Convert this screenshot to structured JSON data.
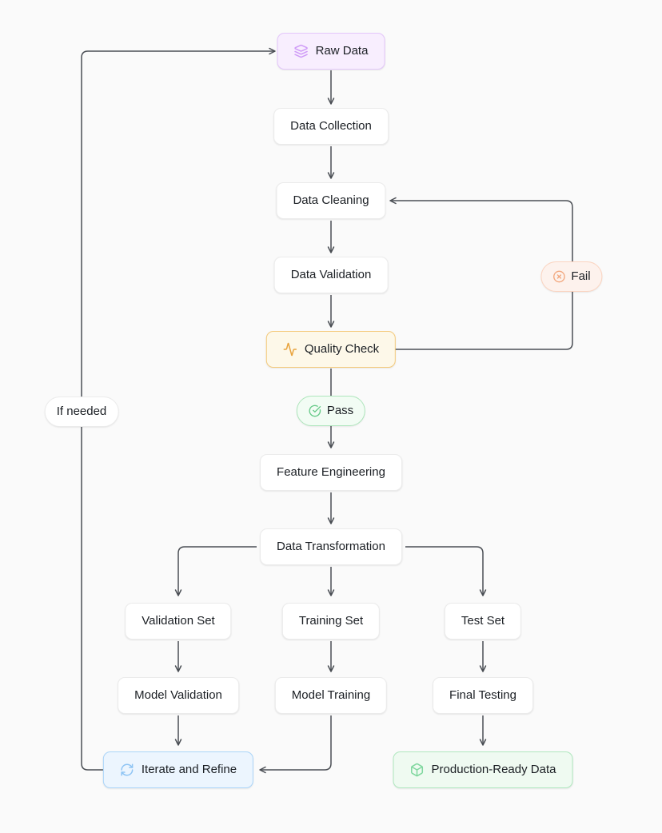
{
  "diagram": {
    "background_color": "#fafafa",
    "line_color": "#4a4e54",
    "nodes": {
      "raw_data": {
        "label": "Raw Data",
        "icon": "layers-icon",
        "fill": "#f8eefe",
        "border": "#e3c6fa",
        "accent": "#cf9bf7"
      },
      "data_collection": {
        "label": "Data Collection",
        "fill": "#ffffff",
        "border": "#ebebeb"
      },
      "data_cleaning": {
        "label": "Data Cleaning",
        "fill": "#ffffff",
        "border": "#ebebeb"
      },
      "data_validation": {
        "label": "Data Validation",
        "fill": "#ffffff",
        "border": "#ebebeb"
      },
      "quality_check": {
        "label": "Quality Check",
        "icon": "activity-icon",
        "fill": "#fdf8e9",
        "border": "#f4ca7c",
        "accent": "#e8a33d"
      },
      "feature_engineering": {
        "label": "Feature Engineering",
        "fill": "#ffffff",
        "border": "#ebebeb"
      },
      "data_transformation": {
        "label": "Data Transformation",
        "fill": "#ffffff",
        "border": "#ebebeb"
      },
      "validation_set": {
        "label": "Validation Set",
        "fill": "#ffffff",
        "border": "#ebebeb"
      },
      "training_set": {
        "label": "Training Set",
        "fill": "#ffffff",
        "border": "#ebebeb"
      },
      "test_set": {
        "label": "Test Set",
        "fill": "#ffffff",
        "border": "#ebebeb"
      },
      "model_validation": {
        "label": "Model Validation",
        "fill": "#ffffff",
        "border": "#ebebeb"
      },
      "model_training": {
        "label": "Model Training",
        "fill": "#ffffff",
        "border": "#ebebeb"
      },
      "final_testing": {
        "label": "Final Testing",
        "fill": "#ffffff",
        "border": "#ebebeb"
      },
      "iterate_and_refine": {
        "label": "Iterate and Refine",
        "icon": "refresh-icon",
        "fill": "#ecf5fe",
        "border": "#abd5f9",
        "accent": "#8ec4f4"
      },
      "production_ready_data": {
        "label": "Production-Ready Data",
        "icon": "package-icon",
        "fill": "#effaf1",
        "border": "#b0e8bf",
        "accent": "#7fd79e"
      }
    },
    "edge_labels": {
      "pass": {
        "label": "Pass",
        "icon": "check-circle-icon",
        "fill": "#f2fcf4",
        "border": "#aee6bc",
        "accent": "#65c987"
      },
      "fail": {
        "label": "Fail",
        "icon": "x-circle-icon",
        "fill": "#fdf2ed",
        "border": "#fbd4c0",
        "accent": "#f2a77d"
      },
      "if_needed": {
        "label": "If needed",
        "fill": "#ffffff",
        "border": "#ebebeb"
      }
    }
  }
}
